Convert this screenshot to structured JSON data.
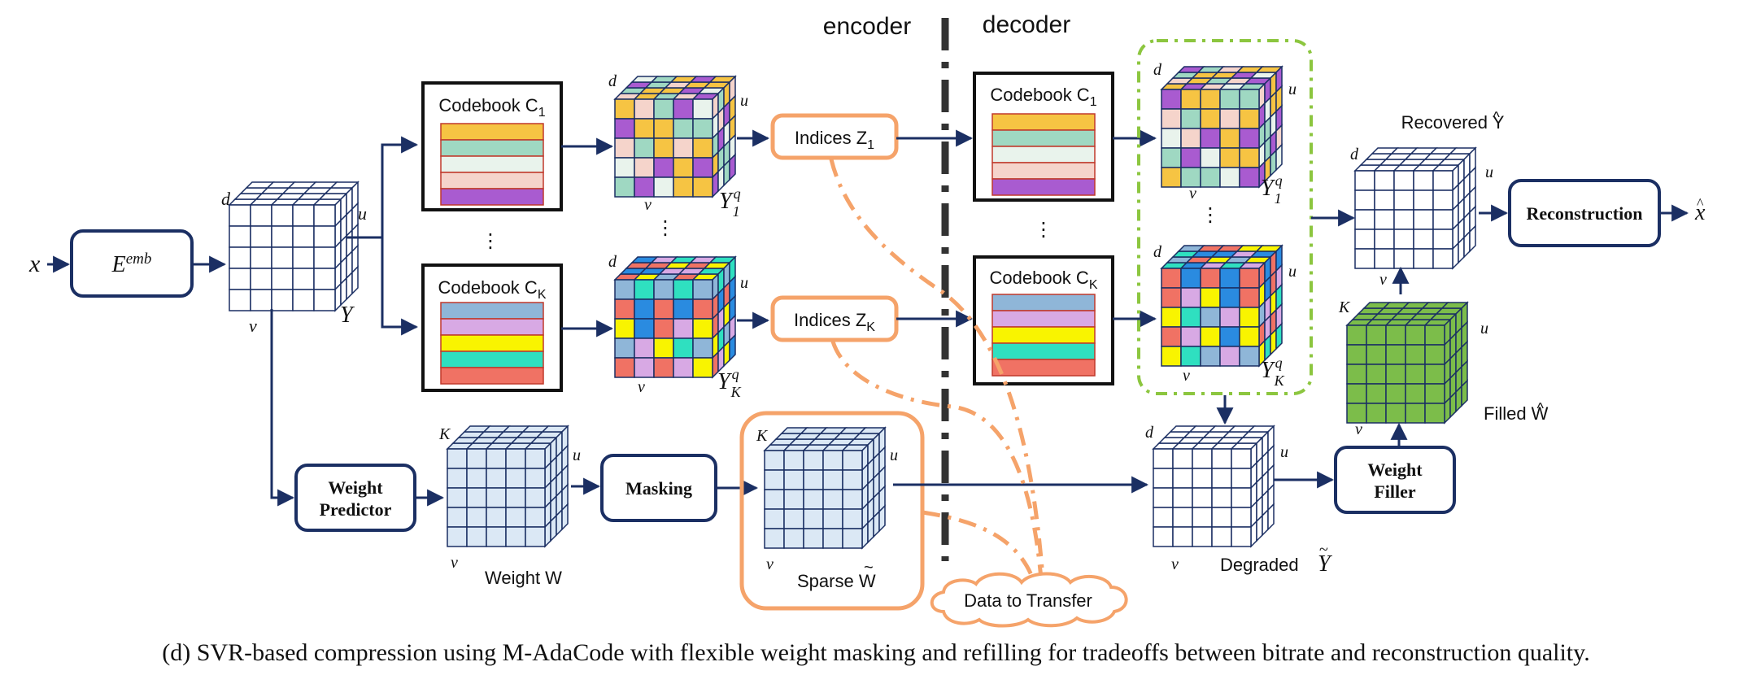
{
  "header": {
    "encoder": "encoder",
    "decoder": "decoder"
  },
  "input": {
    "x": "x",
    "embed": "E",
    "embed_sup": "emb"
  },
  "tensor_y": {
    "label": "Y",
    "d": "d",
    "u": "u",
    "v": "v"
  },
  "codebooks_enc": [
    {
      "label": "Codebook C",
      "sub": "1",
      "colors": [
        "#f6c443",
        "#9fd8c2",
        "#e9f3ec",
        "#f5d4cb",
        "#a95bd0"
      ]
    },
    {
      "label": "Codebook C",
      "sub": "K",
      "colors": [
        "#8fb6d8",
        "#d8a9e4",
        "#f9f400",
        "#2fe0c0",
        "#f07264"
      ]
    }
  ],
  "quantized": [
    {
      "label": "Y",
      "sup": "q",
      "sub": "1",
      "d": "d",
      "u": "u",
      "v": "v"
    },
    {
      "label": "Y",
      "sup": "q",
      "sub": "K",
      "d": "d",
      "u": "u",
      "v": "v"
    }
  ],
  "indices": [
    {
      "label": "Indices Z",
      "sub": "1"
    },
    {
      "label": "Indices Z",
      "sub": "K"
    }
  ],
  "ellipsis": "⋮",
  "weight_branch": {
    "predictor": [
      "Weight",
      "Predictor"
    ],
    "weight_label": "Weight W",
    "masking": "Masking",
    "sparse_label": "Sparse W",
    "k": "K",
    "u": "u",
    "v": "v"
  },
  "decoder_side": {
    "degraded": "Degraded",
    "degraded_sym": "Y",
    "weight_filler": [
      "Weight",
      "Filler"
    ],
    "filled": "Filled W",
    "recovered": "Recovered Y",
    "reconstruction": "Reconstruction",
    "output": "x"
  },
  "cloud": "Data to Transfer",
  "caption": "(d) SVR-based compression using M-AdaCode with flexible weight masking and refilling for tradeoffs between bitrate and reconstruction quality.",
  "colors": {
    "navy": "#1b2f63",
    "orange": "#f5a36a",
    "green_dash": "#8cc63f",
    "weight_fill": "#dbe8f5",
    "filled_green": "#7cbd4a"
  },
  "palettes": {
    "y1": [
      "#f6c443",
      "#9fd8c2",
      "#e9f3ec",
      "#f5d4cb",
      "#a95bd0"
    ],
    "yk": [
      "#8fb6d8",
      "#d8a9e4",
      "#f9f400",
      "#2fe0c0",
      "#f07264",
      "#2a8be0"
    ]
  }
}
